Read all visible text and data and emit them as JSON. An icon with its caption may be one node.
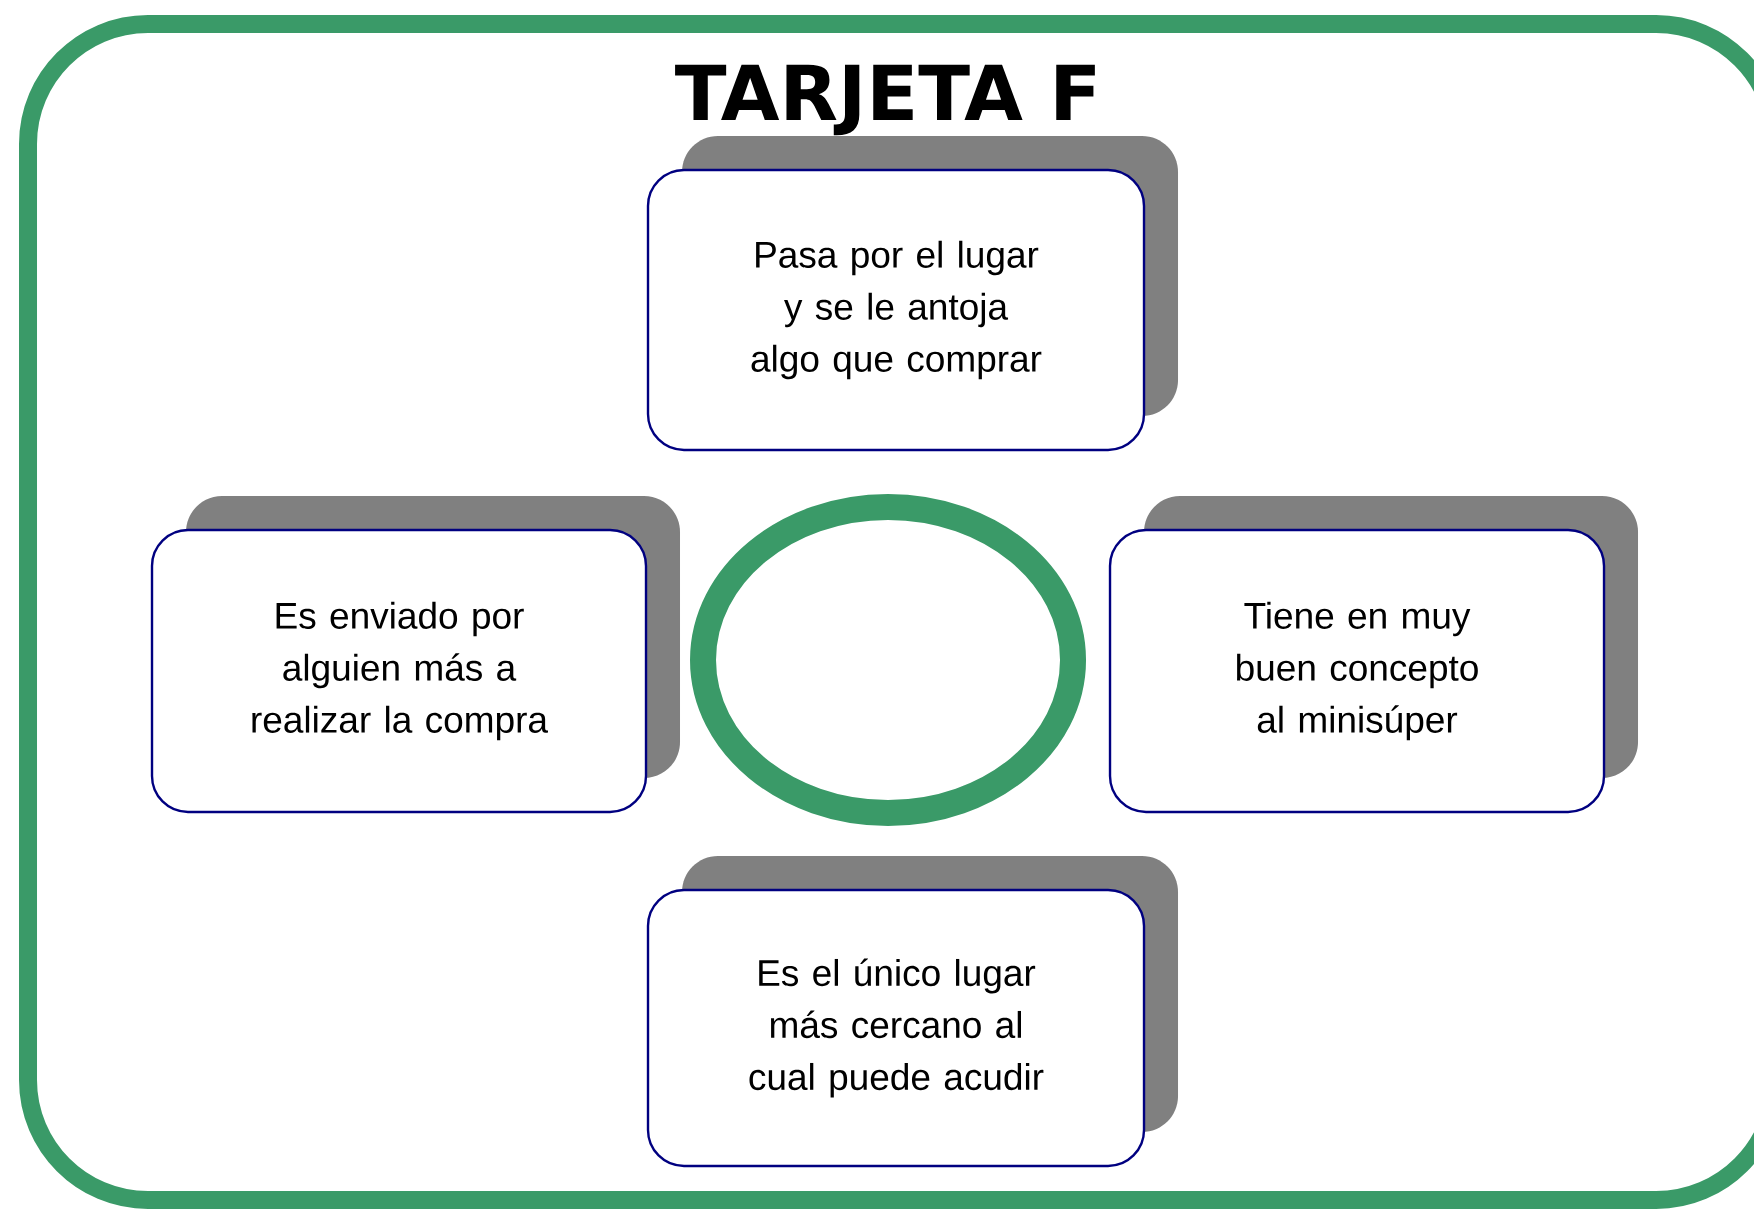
{
  "diagram": {
    "nodes": [
      {
        "text": [
          "TARJETA F"
        ]
      },
      {
        "text": [
          "Pasa por el lugar y se le antoja algo que comprar"
        ],
        "in": 0
      },
      {
        "text": [
          "Es enviado por alguien más a realizar la compra"
        ],
        "in": 0
      },
      {
        "text": [],
        "shape": "circle",
        "in": 0
      },
      {
        "text": [
          "Tiene en muy buen concepto al minisúper"
        ],
        "in": 0
      },
      {
        "text": [
          "Es el único lugar más cercano al cual puede acudir"
        ],
        "in": 0
      }
    ]
  }
}
